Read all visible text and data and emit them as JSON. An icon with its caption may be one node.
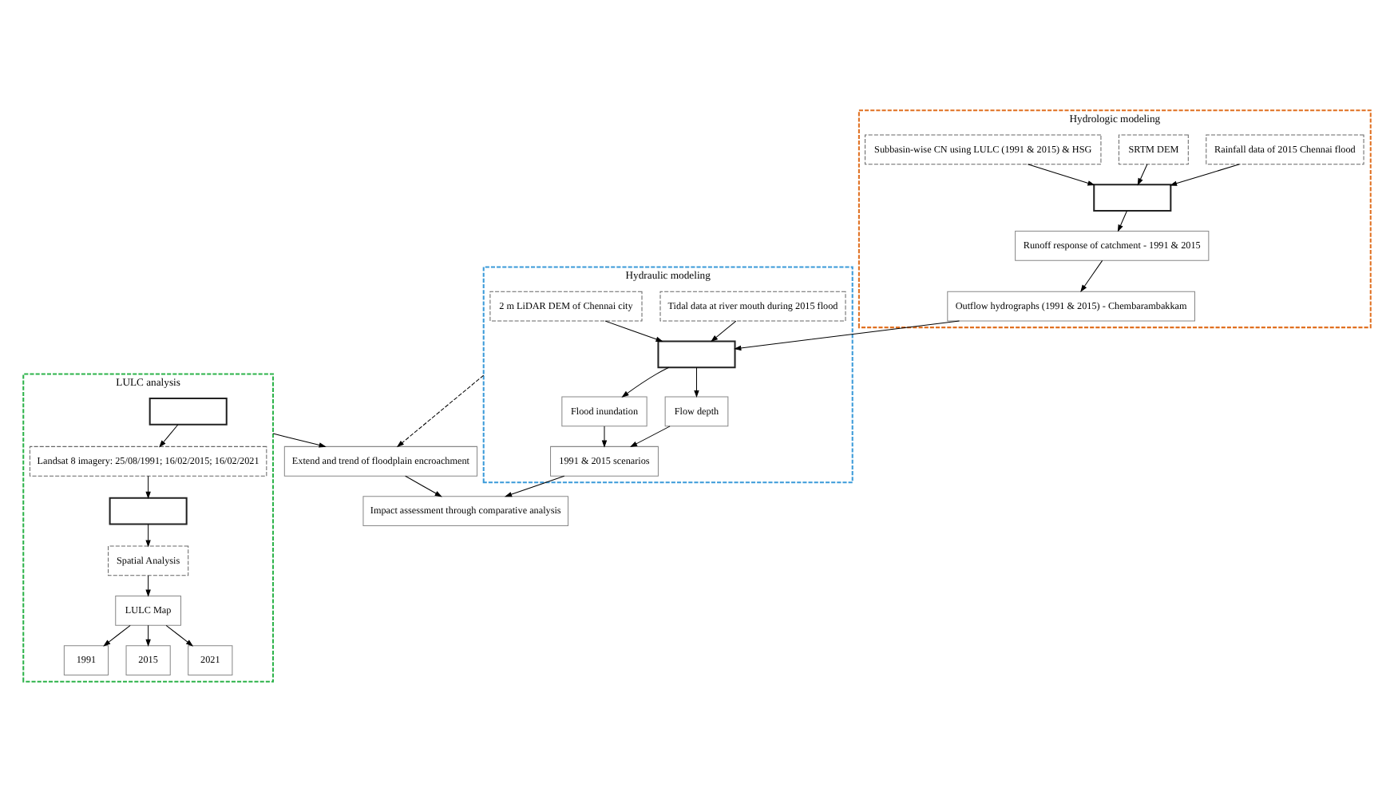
{
  "diagram": {
    "nodes": [
      {
        "text": [
          "LULC analysis"
        ]
      },
      {
        "text": [],
        "shape": "box",
        "in": 0
      },
      {
        "text": [
          "Landsat 8 imagery: 25/08/1991; 16/02/2015; 16/02/2021"
        ],
        "in": 0
      },
      {
        "text": [],
        "shape": "box",
        "in": 0
      },
      {
        "text": [
          "Spatial Analysis"
        ],
        "in": 0
      },
      {
        "text": [
          "LULC Map"
        ],
        "in": 0
      },
      {
        "text": [
          "1991"
        ],
        "in": 0
      },
      {
        "text": [
          "2015"
        ],
        "in": 0
      },
      {
        "text": [
          "2021"
        ],
        "in": 0
      },
      {
        "text": [
          "Extend and trend of floodplain encroachment"
        ]
      },
      {
        "text": [
          "Impact assessment through comparative analysis"
        ]
      },
      {
        "text": [
          "Hydrologic modeling"
        ]
      },
      {
        "text": [
          "Rainfall data of 2015 Chennai flood"
        ],
        "in": 11
      },
      {
        "text": [
          "SRTM DEM"
        ],
        "in": 11
      },
      {
        "text": [
          "Subbasin-wise CN using LULC (1991 & 2015) & HSG"
        ],
        "in": 11
      },
      {
        "text": [],
        "shape": "box",
        "in": 11
      },
      {
        "text": [
          "Runoff response of catchment - 1991 & 2015"
        ],
        "in": 11
      },
      {
        "text": [
          "Outflow hydrographs (1991 & 2015) - Chembarambakkam"
        ],
        "in": 11
      },
      {
        "text": [
          "Hydraulic modeling"
        ]
      },
      {
        "text": [
          "2 m LiDAR DEM of Chennai city"
        ],
        "in": 18
      },
      {
        "text": [
          "Tidal data at river mouth during 2015 flood"
        ],
        "in": 18
      },
      {
        "text": [],
        "shape": "box",
        "in": 18
      },
      {
        "text": [
          "Flood inundation"
        ],
        "in": 18
      },
      {
        "text": [
          "Flow depth"
        ],
        "in": 18
      },
      {
        "text": [
          "1991 & 2015 scenarios"
        ],
        "in": 18
      }
    ],
    "edges": [
      {
        "from": 1,
        "to": 2,
        "arrow": "to"
      },
      {
        "from": 2,
        "to": 3,
        "arrow": "to"
      },
      {
        "from": 3,
        "to": 4,
        "arrow": "to"
      },
      {
        "from": 4,
        "to": 5,
        "arrow": "to"
      },
      {
        "from": 5,
        "to": 6,
        "arrow": "to"
      },
      {
        "from": 5,
        "to": 7,
        "arrow": "to"
      },
      {
        "from": 5,
        "to": 8,
        "arrow": "to"
      },
      {
        "from": 0,
        "to": 9,
        "arrow": "to"
      },
      {
        "from": 9,
        "to": 10,
        "arrow": "to"
      },
      {
        "from": 18,
        "to": 9,
        "arrow": "to",
        "style": "dashed"
      },
      {
        "from": 24,
        "to": 10,
        "arrow": "to"
      },
      {
        "from": 12,
        "to": 15,
        "arrow": "to"
      },
      {
        "from": 13,
        "to": 15,
        "arrow": "to"
      },
      {
        "from": 14,
        "to": 15,
        "arrow": "to"
      },
      {
        "from": 15,
        "to": 16,
        "arrow": "to"
      },
      {
        "from": 16,
        "to": 17,
        "arrow": "to"
      },
      {
        "from": 17,
        "to": 21,
        "arrow": "to"
      },
      {
        "from": 19,
        "to": 21,
        "arrow": "to"
      },
      {
        "from": 20,
        "to": 21,
        "arrow": "to"
      },
      {
        "from": 21,
        "to": 22,
        "arrow": "to"
      },
      {
        "from": 21,
        "to": 23,
        "arrow": "to"
      },
      {
        "from": 22,
        "to": 24,
        "arrow": "to"
      },
      {
        "from": 23,
        "to": 24,
        "arrow": "to"
      }
    ]
  }
}
